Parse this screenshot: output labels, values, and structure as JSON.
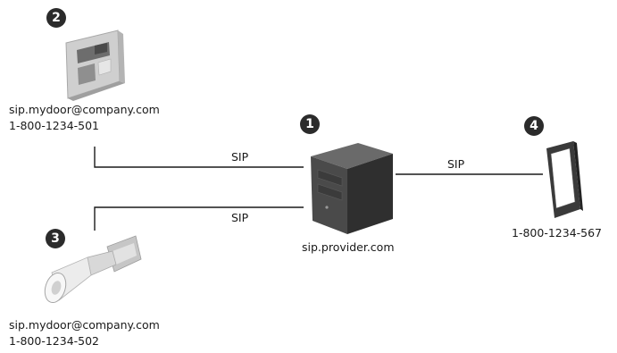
{
  "nodes": {
    "server": {
      "badge": "1",
      "label": "sip.provider.com"
    },
    "door_station": {
      "badge": "2",
      "address": "sip.mydoor@company.com",
      "number": "1-800-1234-501"
    },
    "horn_speaker": {
      "badge": "3",
      "address": "sip.mydoor@company.com",
      "number": "1-800-1234-502"
    },
    "phone": {
      "badge": "4",
      "number": "1-800-1234-567"
    }
  },
  "connections": {
    "door_to_server": "SIP",
    "speaker_to_server": "SIP",
    "server_to_phone": "SIP"
  },
  "colors": {
    "badge": "#2b2b2b",
    "line": "#1a1a1a",
    "device_dark": "#3a3a3a",
    "device_light": "#d9d9d9"
  }
}
